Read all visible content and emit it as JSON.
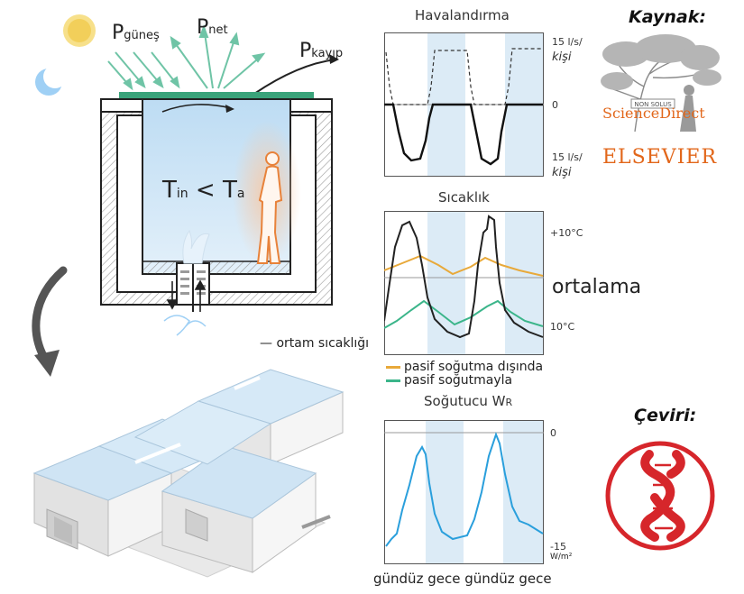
{
  "diagram": {
    "p_sun": "P",
    "p_sun_sub": "güneş",
    "p_net": "P",
    "p_net_sub": "net",
    "p_loss": "P",
    "p_loss_sub": "kayıp",
    "t_in": "T",
    "t_in_sub": "in",
    "less_than": "<",
    "t_a": "T",
    "t_a_sub": "a",
    "sun_icon": "sun-icon",
    "moon_icon": "moon-icon"
  },
  "ventilation": {
    "title": "Havalandırma",
    "tick_top_value": "15 l/s/",
    "tick_top_unit": "kişi",
    "tick_zero": "0",
    "tick_bottom_value": "15 l/s/",
    "tick_bottom_unit": "kişi"
  },
  "temperature": {
    "title": "Sıcaklık",
    "tick_top": "+10°C",
    "tick_bottom": "10°C",
    "mean_label": "ortalama",
    "ambient_label": "— ortam sıcaklığı",
    "legend_without": "pasif soğutma dışında",
    "legend_with": "pasif soğutmayla",
    "color_without": "#e8a93a",
    "color_with": "#3bb58a",
    "color_ambient": "#222222"
  },
  "cooling": {
    "title": "Soğutucu W",
    "title_sub": "R",
    "tick_zero": "0",
    "tick_bottom": "-15",
    "tick_unit": "W/m²",
    "color": "#2a9fdc"
  },
  "x_axis_labels": "gündüz gece gündüz gece",
  "credits": {
    "source_label": "Kaynak:",
    "source_top": "ScienceDirect",
    "source_bottom": "ELSEVIER",
    "logo_motto": "NON SOLUS",
    "translation_label": "Çeviri:",
    "translation_icon": "dna-logo-icon"
  },
  "colors": {
    "day_band": "#dcebf6",
    "room_fill": "#cfe6f7",
    "panel_green": "#3aa37a",
    "elsevier_orange": "#e2671b",
    "dna_red": "#d6262b"
  }
}
